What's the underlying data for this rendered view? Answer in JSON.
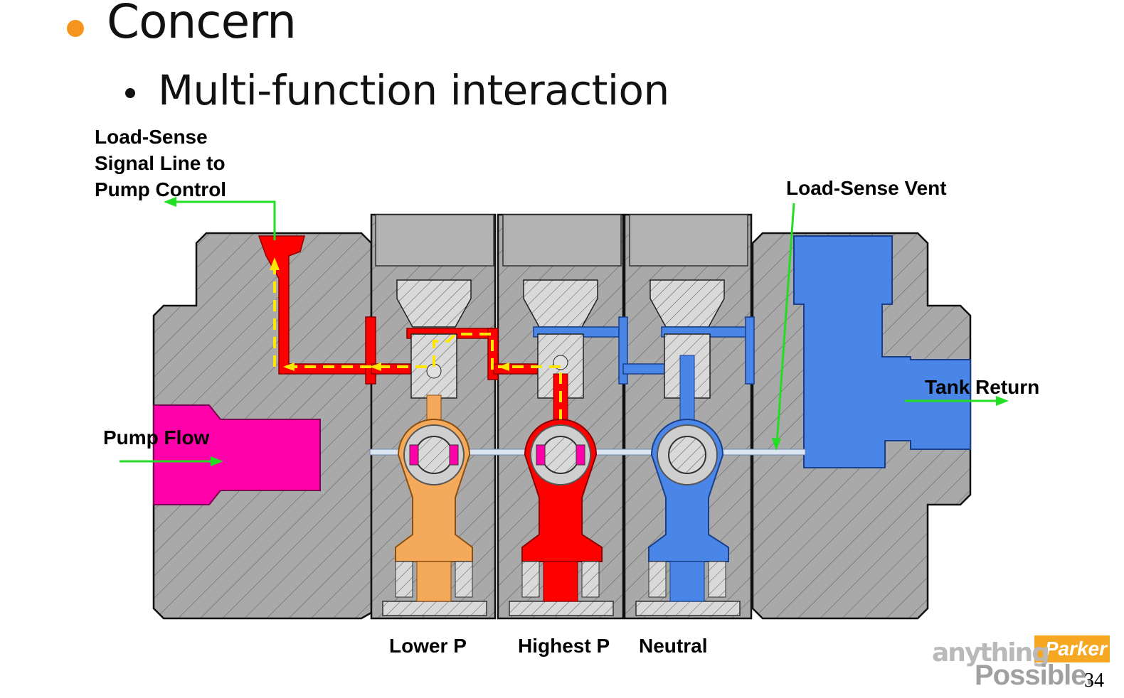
{
  "slide": {
    "heading": "Concern",
    "subheading": "Multi-function interaction",
    "page_number": "34"
  },
  "labels": {
    "load_sense_signal": "Load-Sense\nSignal Line to\nPump Control",
    "load_sense_vent": "Load-Sense Vent",
    "pump_flow": "Pump Flow",
    "tank_return": "Tank Return",
    "lower_p": "Lower P",
    "highest_p": "Highest P",
    "neutral": "Neutral"
  },
  "logo": {
    "tagline": "anything",
    "brand": "Parker",
    "tagline2": "Possible."
  },
  "colors": {
    "bullet_orange": "#F7941D",
    "body_grey": "#A9A9A9",
    "pump_magenta": "#FF00AA",
    "pressure_red": "#FF0000",
    "lower_orange": "#F5A95B",
    "tank_blue": "#4A86E8",
    "arrow_green": "#22DD22",
    "flow_yellow": "#FFE600",
    "logo_orange": "#F7A823"
  }
}
